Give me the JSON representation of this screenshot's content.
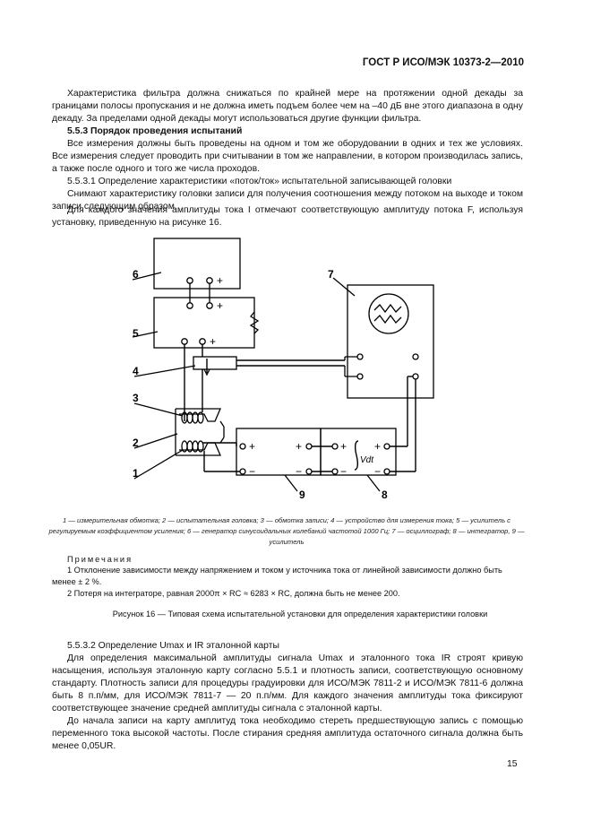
{
  "header": {
    "doc_id": "ГОСТ Р ИСО/МЭК 10373-2—2010"
  },
  "body": {
    "p1": "Характеристика фильтра должна снижаться по крайней мере на протяжении одной декады за границами полосы пропускания и не должна иметь подъем более чем на –40 дБ вне этого диапазона в одну декаду. За пределами одной декады могут использоваться другие функции фильтра.",
    "s553_title": "5.5.3 Порядок проведения испытаний",
    "p2": "Все измерения должны быть проведены на одном и том же оборудовании в одних и тех же условиях. Все измерения следует проводить при считывании в том же направлении, в котором производилась запись, а также после одного и того же числа проходов.",
    "s5531_title": "5.5.3.1 Определение характеристики «поток/ток» испытательной записывающей головки",
    "p3": "Снимают характеристику головки записи для получения соотношения между потоком на выходе и током записи следующим образом.",
    "p4": "Для каждого значения амплитуды тока I отмечают соответствующую амплитуду потока F, используя установку, приведенную на рисунке 16."
  },
  "diagram": {
    "labels": [
      "6",
      "5",
      "4",
      "3",
      "2",
      "1",
      "7",
      "9",
      "8"
    ],
    "plus": "+",
    "minus": "−",
    "integrator_text": "Vdt"
  },
  "caption": "1 — измерительная обмотка; 2 — испытательная головка; 3 — обмотка записи; 4 — устройство для измерения тока; 5 — усилитель с регулируемым коэффициентом усиления; 6 — генератор синусоидальных колебаний частотой 1000 Гц; 7 — осциллограф; 8 — интегратор, 9 — усилитель",
  "notes": {
    "title": "Примечания",
    "n1": "1 Отклонение зависимости между напряжением и током у источника тока от линейной зависимости должно быть менее ± 2 %.",
    "n2": "2 Потеря на интеграторе, равная 2000π × RC ≈ 6283 × RC, должна быть не менее 200."
  },
  "figure_caption": "Рисунок 16 — Типовая схема испытательной установки для определения характеристики головки",
  "s5532": {
    "title": "5.5.3.2 Определение Umax и IR эталонной карты",
    "p1": "Для определения максимальной амплитуды сигнала Umax и эталонного тока IR строят кривую насыщения, используя эталонную карту согласно 5.5.1 и плотность записи, соответствующую основному стандарту. Плотность записи для процедуры градуировки для ИСО/МЭК 7811-2 и ИСО/МЭК 7811-6 должна быть 8 п.п/мм, для ИСО/МЭК 7811-7 — 20 п.п/мм. Для каждого значения амплитуды тока фиксируют соответствующее значение средней амплитуды сигнала с эталонной карты.",
    "p2": "До начала записи на карту амплитуд тока необходимо стереть предшествующую запись с помощью переменного тока высокой частоты. После стирания средняя амплитуда остаточного сигнала должна быть менее 0,05UR."
  },
  "page_number": "15"
}
